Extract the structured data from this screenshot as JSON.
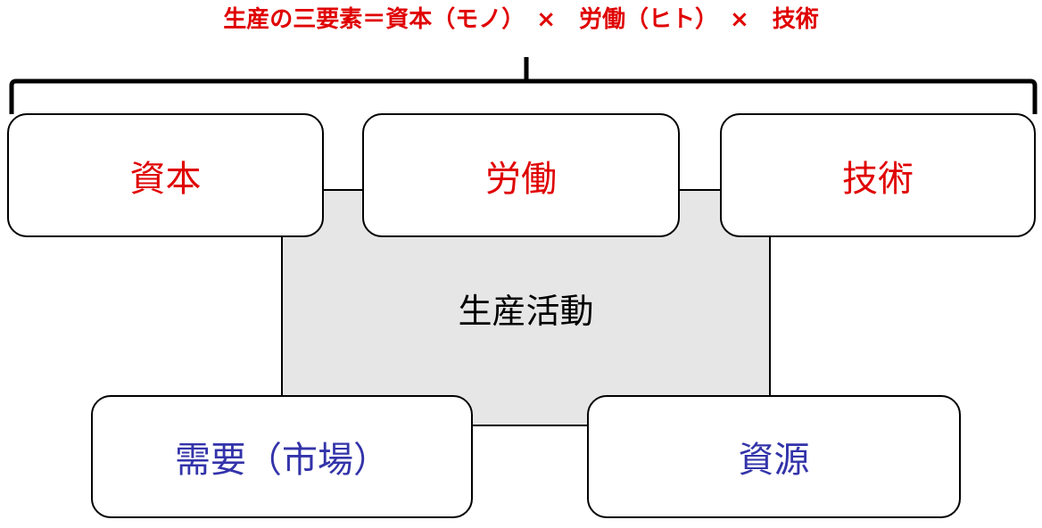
{
  "title": {
    "text": "生産の三要素＝資本（モノ）　×　労働（ヒト）　×　技術",
    "color": "#e00000"
  },
  "center": {
    "label": "生産活動",
    "color": "#000000",
    "fill": "#e6e6e6"
  },
  "factors": {
    "color": "#e00000",
    "capital": "資本",
    "labor": "労働",
    "technology": "技術"
  },
  "outputs": {
    "color": "#3333aa",
    "demand": "需要（市場）",
    "resources": "資源"
  }
}
